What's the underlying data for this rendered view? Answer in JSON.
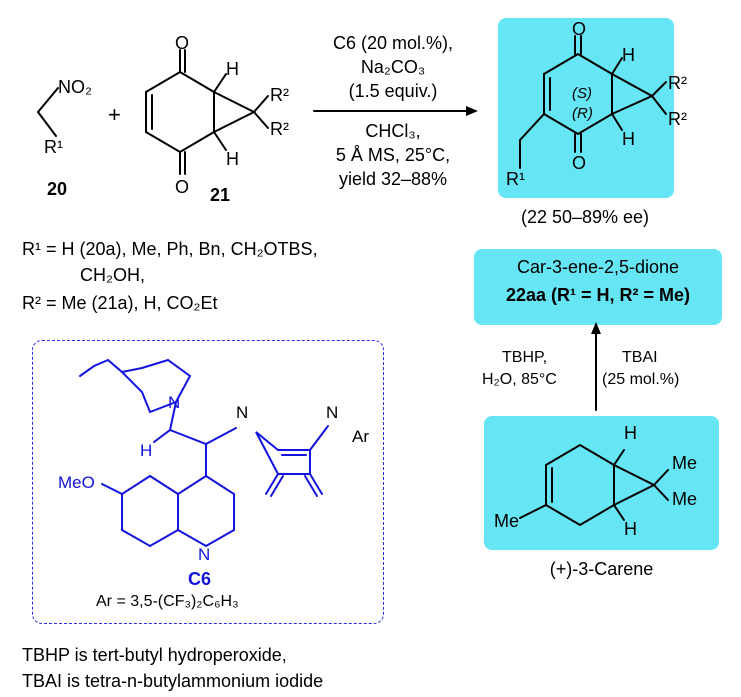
{
  "reagent20": {
    "group": "NO₂",
    "r": "R¹",
    "label": "20"
  },
  "plus": "+",
  "quinone21": {
    "label": "21",
    "h": "H",
    "r2": "R²",
    "o": "O"
  },
  "conditions": {
    "above": [
      "C6 (20 mol.%),",
      "Na₂CO₃",
      "(1.5 equiv.)"
    ],
    "below": [
      "CHCl₃,",
      "5 Å MS, 25°C,",
      "yield 32–88%"
    ]
  },
  "product22": {
    "caption": "(22 50–89% ee)",
    "s": "(S)",
    "r": "(R)"
  },
  "substituents": {
    "r1": "R¹ = H (20a), Me, Ph, Bn, CH₂OTBS,",
    "r1b": "CH₂OH,",
    "r2": "R² = Me (21a), H, CO₂Et"
  },
  "catalyst": {
    "label": "C6",
    "ar": "Ar = 3,5-(CF₃)₂C₆H₃",
    "meo": "MeO",
    "nh": "N",
    "h": "H",
    "ar_sym": "Ar",
    "n": "N"
  },
  "dione": {
    "name": "Car-3-ene-2,5-dione",
    "compound": "22aa (R¹ = H, R² = Me)"
  },
  "arrow_conditions": {
    "left": [
      "TBHP,",
      "H₂O, 85°C"
    ],
    "right": [
      "TBAI",
      "(25 mol.%)"
    ]
  },
  "carene": {
    "name": "(+)-3-Carene",
    "me": "Me"
  },
  "footnotes": [
    "TBHP is tert-butyl hydroperoxide,",
    "TBAI is tetra-n-butylammonium iodide"
  ],
  "colors": {
    "catalyst": "#1313e0",
    "highlight": "#66e6f4",
    "dashed_box": "#2a2ae6"
  }
}
